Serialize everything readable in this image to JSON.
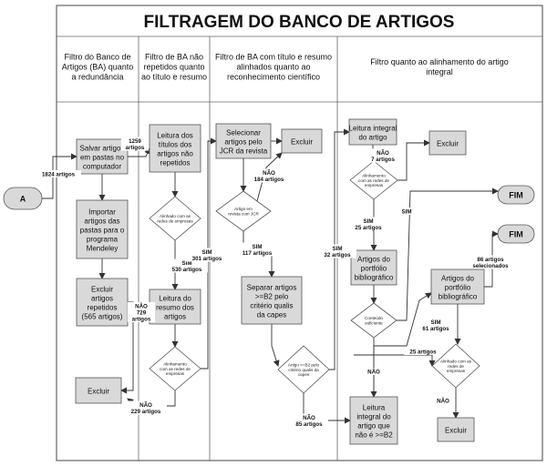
{
  "title": "FILTRAGEM DO BANCO DE ARTIGOS",
  "columns": [
    {
      "header": [
        "Filtro do Banco de",
        "Artigos (BA) quanto",
        "a redundância"
      ]
    },
    {
      "header": [
        "Filtro de BA não",
        "repetidos quanto",
        "ao título e resumo"
      ]
    },
    {
      "header": [
        "Filtro de BA com título e resumo",
        "alinhados quanto ao",
        "reconhecimento científico"
      ]
    },
    {
      "header": [
        "Filtro quanto ao alinhamento do artigo",
        "integral"
      ]
    }
  ],
  "nodes": [
    {
      "id": "start",
      "shape": "oval",
      "lines": [
        "A"
      ]
    },
    {
      "id": "salvar",
      "shape": "box",
      "lines": [
        "Salvar artigos",
        "em pastas no",
        "computador"
      ]
    },
    {
      "id": "importar",
      "shape": "box",
      "lines": [
        "Importar",
        "artigos das",
        "pastas para o",
        "programa",
        "Mendeley"
      ]
    },
    {
      "id": "excluir_rep",
      "shape": "box",
      "lines": [
        "Excluir",
        "artigos",
        "repetidos",
        "(565 artigos)"
      ]
    },
    {
      "id": "excluir1",
      "shape": "box",
      "lines": [
        "Excluir"
      ]
    },
    {
      "id": "leitura_titulos",
      "shape": "box",
      "lines": [
        "Leitura dos",
        "títulos dos",
        "artigos não",
        "repetidos"
      ]
    },
    {
      "id": "d_titulos",
      "shape": "diamond",
      "lines": [
        "Alinhado com as",
        "redes de empresas"
      ]
    },
    {
      "id": "leitura_resumo",
      "shape": "box",
      "lines": [
        "Leitura do",
        "resumo dos",
        "artigos"
      ]
    },
    {
      "id": "d_resumo",
      "shape": "diamond",
      "lines": [
        "Alinhamento",
        "com as redes de",
        "empresas"
      ]
    },
    {
      "id": "selecionar",
      "shape": "box",
      "lines": [
        "Selecionar",
        "artigos pelo",
        "JCR da revista"
      ]
    },
    {
      "id": "excluir2",
      "shape": "box",
      "lines": [
        "Excluir"
      ]
    },
    {
      "id": "d_jcr",
      "shape": "diamond",
      "lines": [
        "Artigo em",
        "revista com JCR"
      ]
    },
    {
      "id": "separar",
      "shape": "box",
      "lines": [
        "Separar artigos",
        ">=B2 pelo",
        "critério qualis",
        "da capes"
      ]
    },
    {
      "id": "d_b2",
      "shape": "diamond",
      "lines": [
        "Artigo >=B2 pelo",
        "critério qualis da",
        "capes"
      ]
    },
    {
      "id": "leitura_integral",
      "shape": "box",
      "lines": [
        "Leitura integral",
        "do artigo"
      ]
    },
    {
      "id": "excluir3",
      "shape": "box",
      "lines": [
        "Excluir"
      ]
    },
    {
      "id": "d_integral",
      "shape": "diamond",
      "lines": [
        "Alinhamento",
        "com as redes de",
        "empresas"
      ]
    },
    {
      "id": "portfolio1",
      "shape": "box",
      "lines": [
        "Artigos do",
        "portfólio",
        "bibliográfico"
      ]
    },
    {
      "id": "d_conteudo",
      "shape": "diamond",
      "lines": [
        "Conteúdo",
        "suficiente"
      ]
    },
    {
      "id": "leitura_nb2",
      "shape": "box",
      "lines": [
        "Leitura",
        "integral do",
        "artigo que",
        "não é >=B2"
      ]
    },
    {
      "id": "portfolio2",
      "shape": "box",
      "lines": [
        "Artigos do",
        "portfólio",
        "bibliográfico"
      ]
    },
    {
      "id": "d_final",
      "shape": "diamond",
      "lines": [
        "Alinhado com as",
        "redes de",
        "empresas"
      ]
    },
    {
      "id": "excluir4",
      "shape": "box",
      "lines": [
        "Excluir"
      ]
    },
    {
      "id": "fim1",
      "shape": "oval",
      "lines": [
        "FIM"
      ]
    },
    {
      "id": "fim2",
      "shape": "oval",
      "lines": [
        "FIM"
      ]
    }
  ],
  "edge_labels": [
    {
      "id": "l1824",
      "lines": [
        "1824 artigos"
      ]
    },
    {
      "id": "l1259",
      "lines": [
        "1259",
        "artigos"
      ]
    },
    {
      "id": "lnao729",
      "lines": [
        "NÃO",
        "729",
        "artigos"
      ]
    },
    {
      "id": "lsim530",
      "lines": [
        "SIM",
        "530 artigos"
      ]
    },
    {
      "id": "lnao229",
      "lines": [
        "NÃO",
        "229 artigos"
      ]
    },
    {
      "id": "lsim301",
      "lines": [
        "SIM",
        "301 artigos"
      ]
    },
    {
      "id": "lnao184",
      "lines": [
        "NÃO",
        "184 artigos"
      ]
    },
    {
      "id": "lsim117",
      "lines": [
        "SIM",
        "117 artigos"
      ]
    },
    {
      "id": "lnao85",
      "lines": [
        "NÃO",
        "85 artigos"
      ]
    },
    {
      "id": "lsim32",
      "lines": [
        "SIM",
        "32 artigos"
      ]
    },
    {
      "id": "lnao7",
      "lines": [
        "NÃO",
        "7 artigos"
      ]
    },
    {
      "id": "lsim25",
      "lines": [
        "SIM",
        "25 artigos"
      ]
    },
    {
      "id": "lsim_fim",
      "lines": [
        "SIM"
      ]
    },
    {
      "id": "lnao_cont",
      "lines": [
        "NÃO"
      ]
    },
    {
      "id": "l25",
      "lines": [
        "25 artigos"
      ]
    },
    {
      "id": "lsim61",
      "lines": [
        "SIM",
        "61 artigos"
      ]
    },
    {
      "id": "l86",
      "lines": [
        "86 artigos",
        "selecionados"
      ]
    },
    {
      "id": "lnao_final",
      "lines": [
        "NÃO"
      ]
    }
  ]
}
